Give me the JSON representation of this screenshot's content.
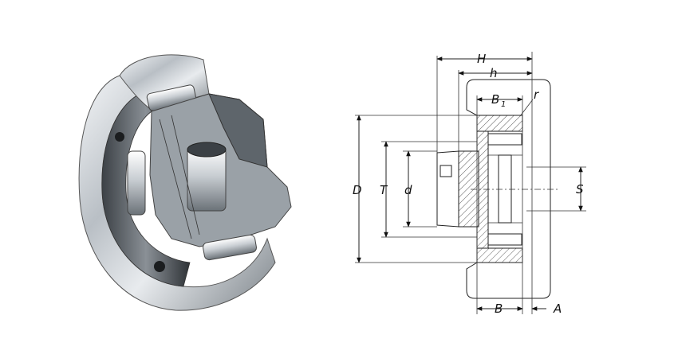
{
  "drawing": {
    "labels": {
      "H": "H",
      "h": "h",
      "B1": "B",
      "B1_sub": "1",
      "r": "r",
      "D": "D",
      "T": "T",
      "d": "d",
      "S": "S",
      "B": "B",
      "A": "A"
    }
  }
}
